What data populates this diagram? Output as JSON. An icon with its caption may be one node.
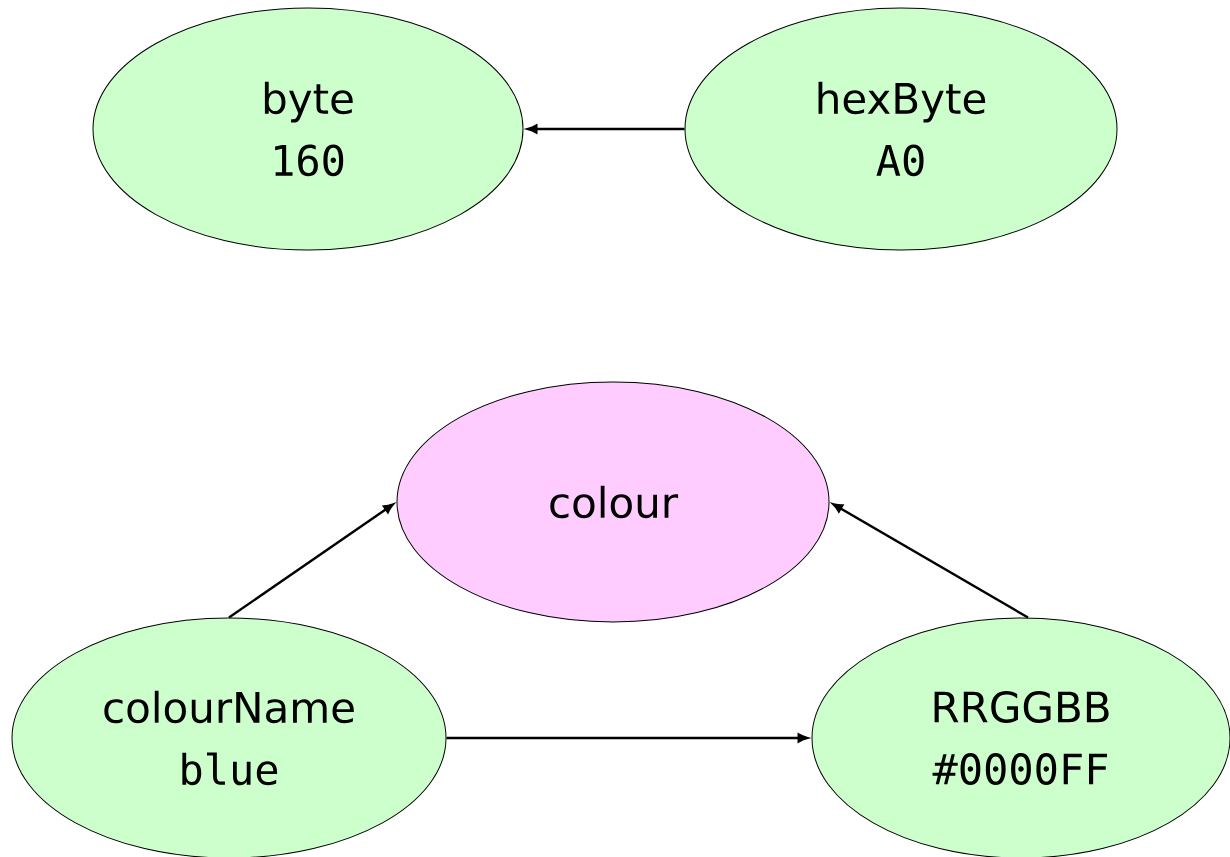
{
  "diagram": {
    "nodes": [
      {
        "text": [
          "byte",
          "160"
        ]
      },
      {
        "text": [
          "hexByte",
          "A0"
        ]
      },
      {
        "text": [
          "colour"
        ]
      },
      {
        "text": [
          "colourName",
          "blue"
        ]
      },
      {
        "text": [
          "RRGGBB",
          "#0000FF"
        ]
      }
    ],
    "edges": [
      {
        "from": 1,
        "to": 0,
        "arrow": "to"
      },
      {
        "from": 3,
        "to": 2,
        "arrow": "to"
      },
      {
        "from": 4,
        "to": 2,
        "arrow": "to"
      },
      {
        "from": 3,
        "to": 4,
        "arrow": "to"
      }
    ]
  }
}
